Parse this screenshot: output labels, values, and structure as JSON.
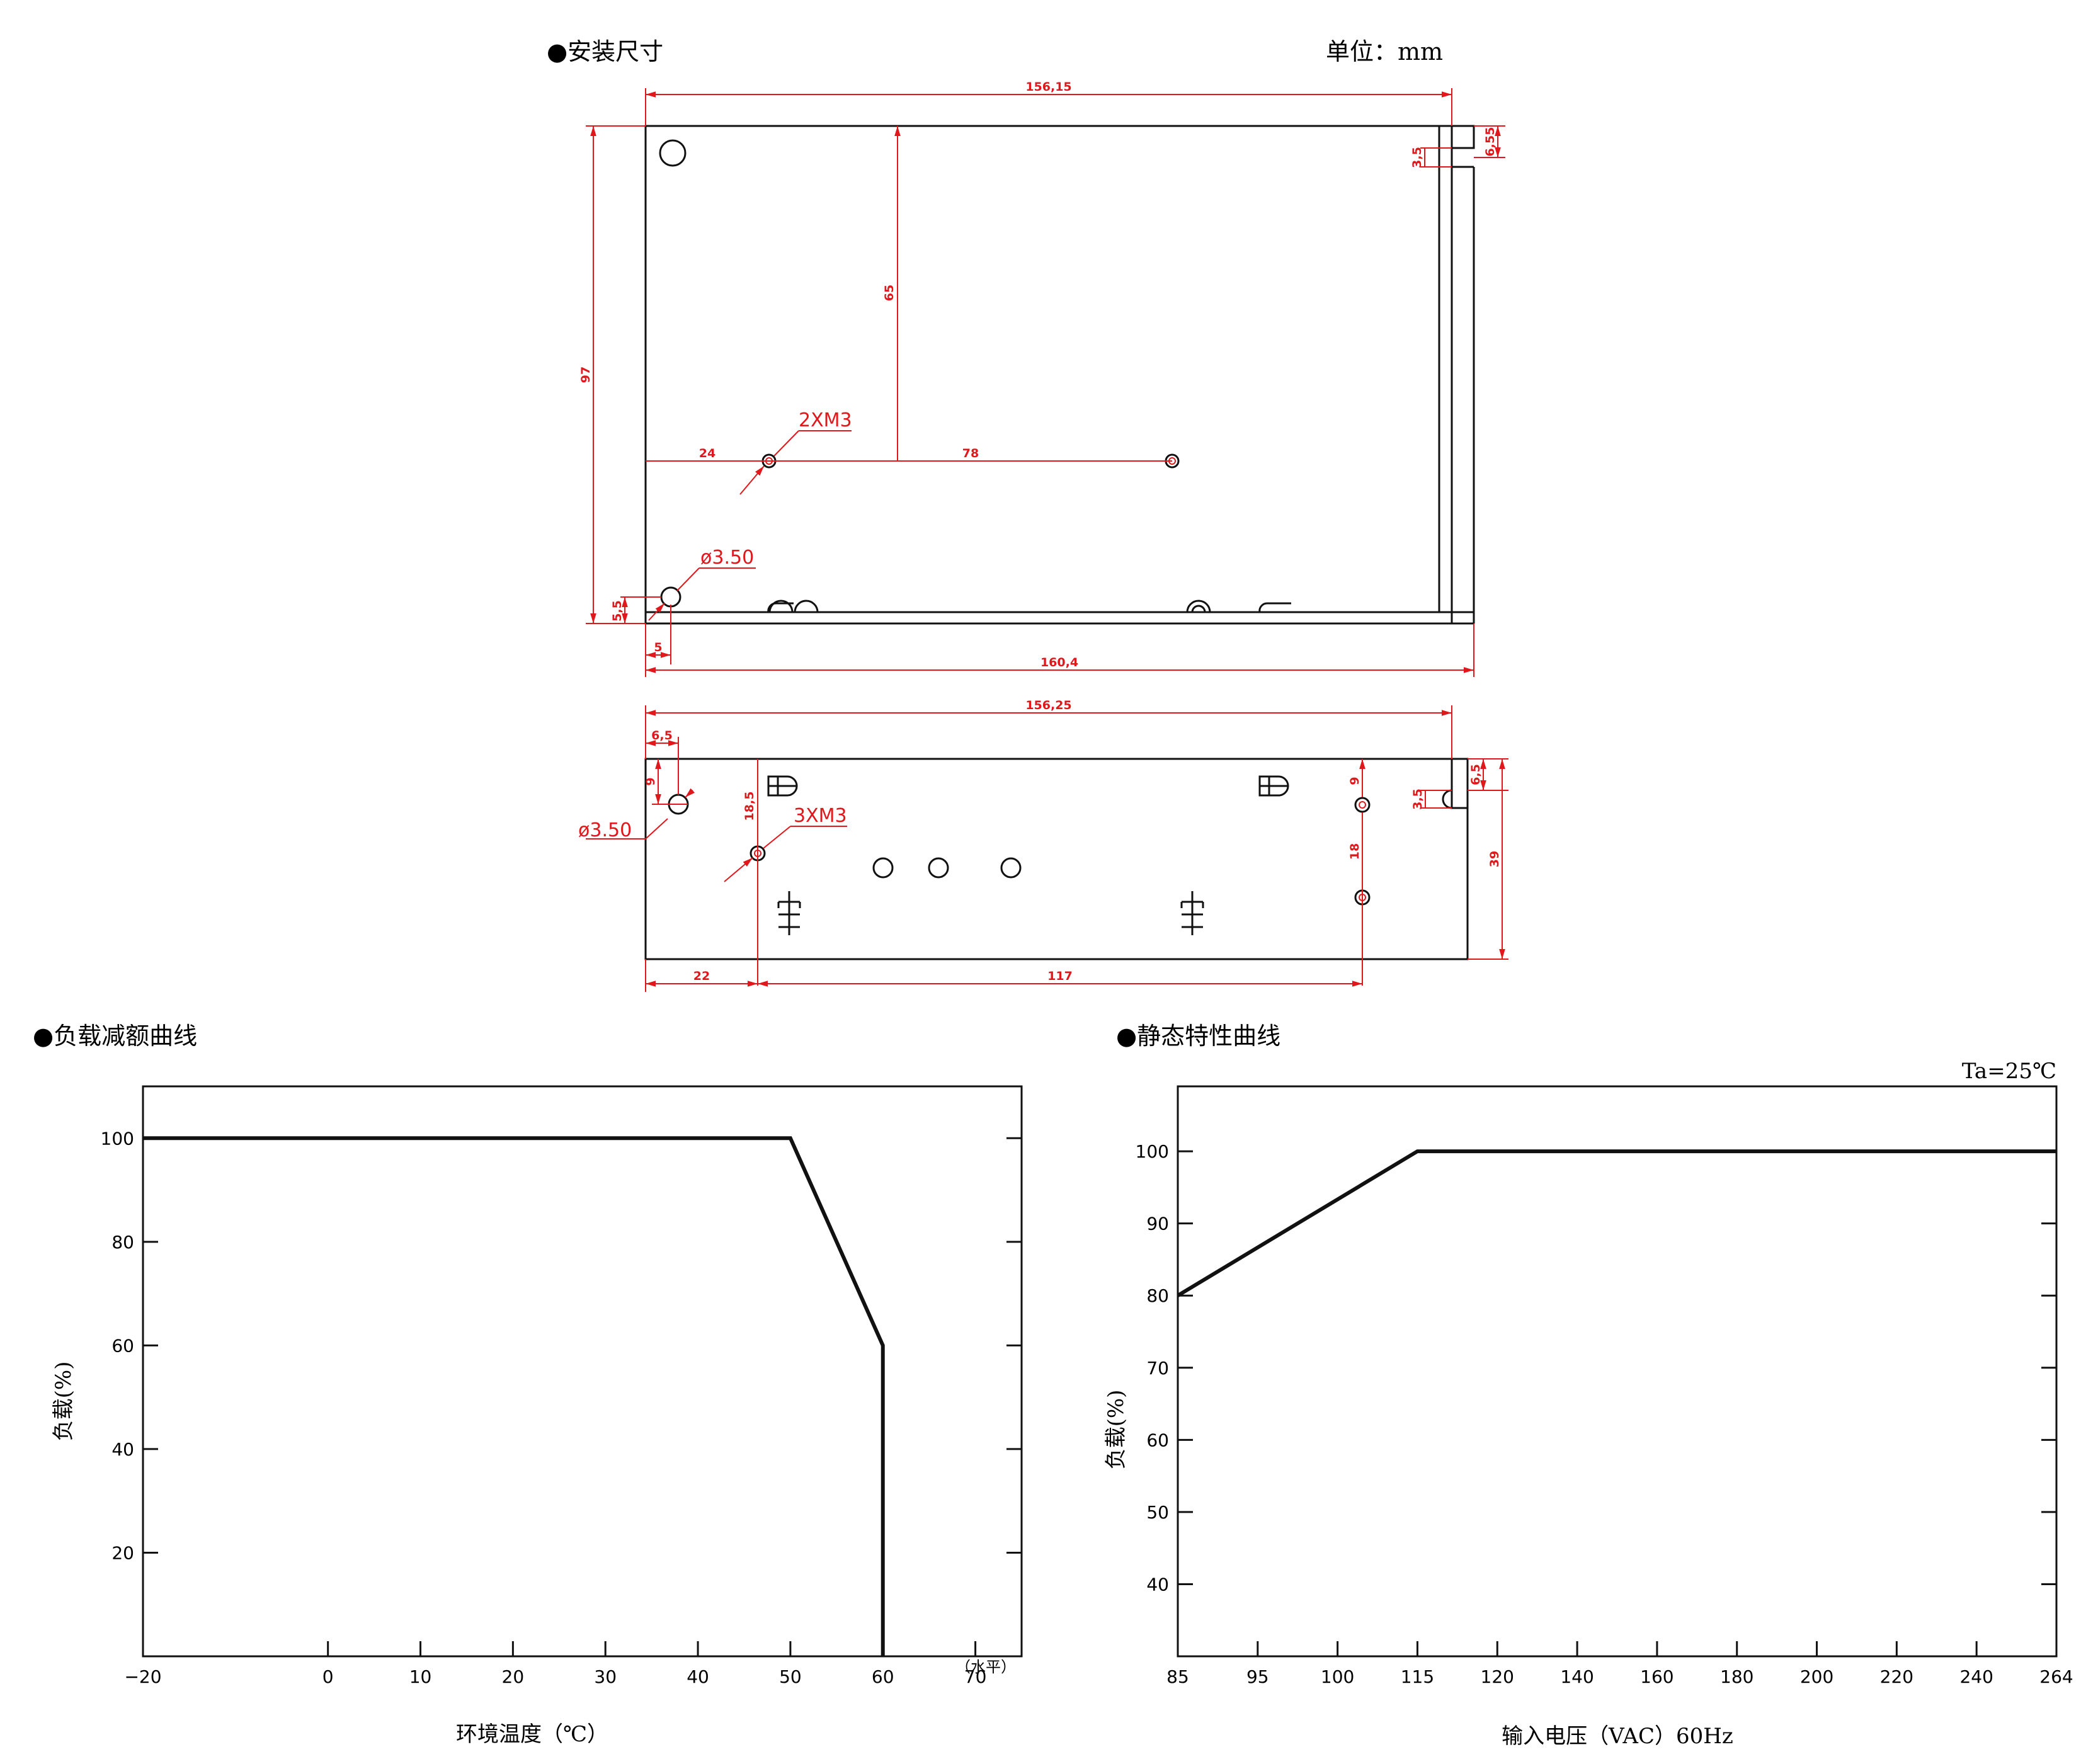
{
  "headers": {
    "install": "●安装尺寸",
    "unit": "单位：mm",
    "derating": "●负载减额曲线",
    "static": "●静态特性曲线"
  },
  "drawing": {
    "top": {
      "width_total": "156,15",
      "height_97": "97",
      "height_65": "65",
      "dim_24": "24",
      "dim_78": "78",
      "holes_label": "2XM3",
      "hole_dia": "ø3.50",
      "dim_5_5": "5,5",
      "dim_5": "5",
      "base_width": "160,4",
      "side_3_5": "3,5",
      "side_6_55": "6,55"
    },
    "front": {
      "width_total": "156,25",
      "dim_6_5_left": "6,5",
      "dim_9_left": "9",
      "hole_dia": "ø3.50",
      "dim_18_5": "18,5",
      "holes_label": "3XM3",
      "dim_9_right": "9",
      "dim_18": "18",
      "dim_3_5": "3,5",
      "dim_6_5_right": "6,5",
      "dim_39": "39",
      "dim_22": "22",
      "dim_117": "117"
    }
  },
  "chart_data": [
    {
      "type": "line",
      "xlabel": "环境温度（℃）",
      "ylabel": "负载(%)",
      "x_note": "（水平）",
      "xticks": [
        "−20",
        "0",
        "10",
        "20",
        "30",
        "40",
        "50",
        "60",
        "70"
      ],
      "yticks": [
        "20",
        "40",
        "60",
        "80",
        "100"
      ],
      "xlim": [
        -20,
        75
      ],
      "ylim": [
        0,
        110
      ],
      "series": [
        {
          "x": [
            -20,
            50,
            60,
            60
          ],
          "y": [
            100,
            100,
            60,
            0
          ]
        }
      ]
    },
    {
      "type": "line",
      "xlabel": "输入电压（VAC）60Hz",
      "ylabel": "负载(%)",
      "annotation": "Ta=25℃",
      "xticks": [
        "85",
        "95",
        "100",
        "115",
        "120",
        "140",
        "160",
        "180",
        "200",
        "220",
        "240",
        "264"
      ],
      "yticks": [
        "40",
        "50",
        "60",
        "70",
        "80",
        "90",
        "100"
      ],
      "ylim": [
        30,
        109
      ],
      "series": [
        {
          "x": [
            "85",
            "115",
            "264"
          ],
          "y": [
            80,
            100,
            100
          ]
        }
      ]
    }
  ]
}
